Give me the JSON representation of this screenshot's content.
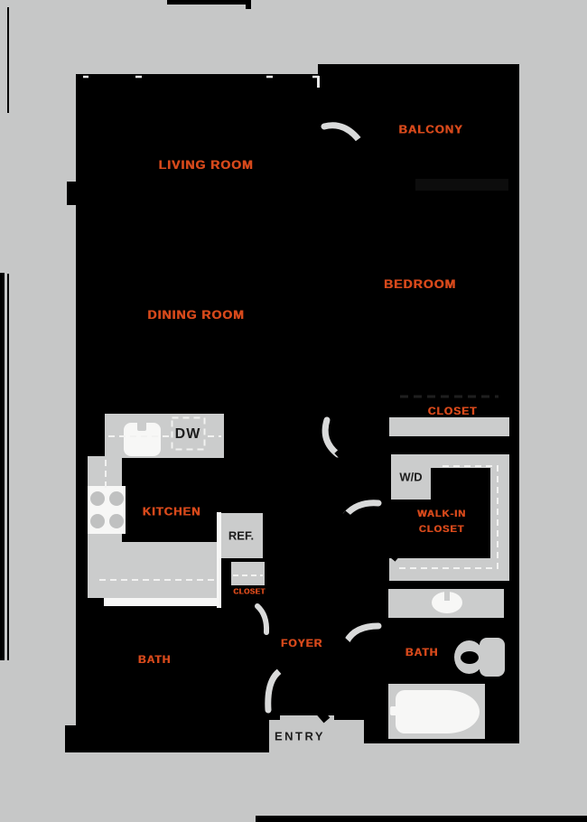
{
  "floor_plan": {
    "title": "apartment-floor-plan",
    "rooms": {
      "living_room": "LIVING ROOM",
      "dining_room": "DINING ROOM",
      "bedroom": "BEDROOM",
      "balcony": "BALCONY",
      "kitchen": "KITCHEN",
      "bedroom_closet": "CLOSET",
      "foyer_closet": "CLOSET",
      "walk_in_closet_line1": "WALK-IN",
      "walk_in_closet_line2": "CLOSET",
      "bath_left": "BATH",
      "bath_right": "BATH",
      "foyer": "FOYER",
      "entry": "ENTRY"
    },
    "fixtures": {
      "dishwasher": "DW",
      "refrigerator": "REF.",
      "washer_dryer": "W/D",
      "icons": [
        "kitchen-sink-icon",
        "stove-icon",
        "vanity-sink-icon",
        "toilet-icon",
        "bathtub-icon",
        "door-swing-icon"
      ]
    },
    "colors": {
      "background": "#c6c7c7",
      "floor_black": "#000000",
      "fixture_gray": "#cbcccc",
      "label_orange": "#d6491b",
      "fixture_text": "#1d1d1d",
      "white": "#f7f7f6"
    }
  }
}
